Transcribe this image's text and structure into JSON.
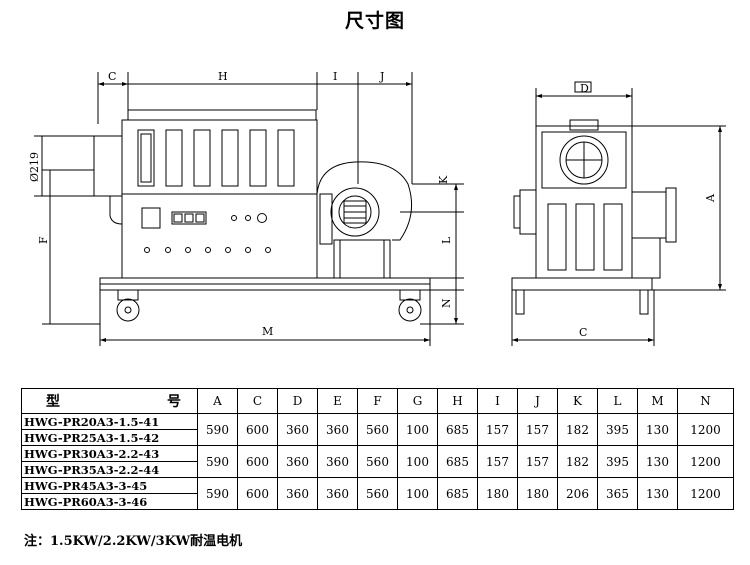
{
  "page_title": "尺寸图",
  "drawing": {
    "front_labels": [
      "C",
      "H",
      "I",
      "J",
      "K",
      "L",
      "N",
      "F",
      "M",
      "Ø219"
    ],
    "side_labels": [
      "D",
      "A",
      "C"
    ]
  },
  "table": {
    "model_header_left": "型",
    "model_header_right": "号",
    "columns": [
      "A",
      "C",
      "D",
      "E",
      "F",
      "G",
      "H",
      "I",
      "J",
      "K",
      "L",
      "M",
      "N"
    ],
    "groups": [
      {
        "models": [
          "HWG-PR20A3-1.5-41",
          "HWG-PR25A3-1.5-42"
        ],
        "values": [
          "590",
          "600",
          "360",
          "360",
          "560",
          "100",
          "685",
          "157",
          "157",
          "182",
          "395",
          "130",
          "1200"
        ]
      },
      {
        "models": [
          "HWG-PR30A3-2.2-43",
          "HWG-PR35A3-2.2-44"
        ],
        "values": [
          "590",
          "600",
          "360",
          "360",
          "560",
          "100",
          "685",
          "157",
          "157",
          "182",
          "395",
          "130",
          "1200"
        ]
      },
      {
        "models": [
          "HWG-PR45A3-3-45",
          "HWG-PR60A3-3-46"
        ],
        "values": [
          "590",
          "600",
          "360",
          "360",
          "560",
          "100",
          "685",
          "180",
          "180",
          "206",
          "365",
          "130",
          "1200"
        ]
      }
    ]
  },
  "note": "注：1.5KW/2.2KW/3KW耐温电机"
}
